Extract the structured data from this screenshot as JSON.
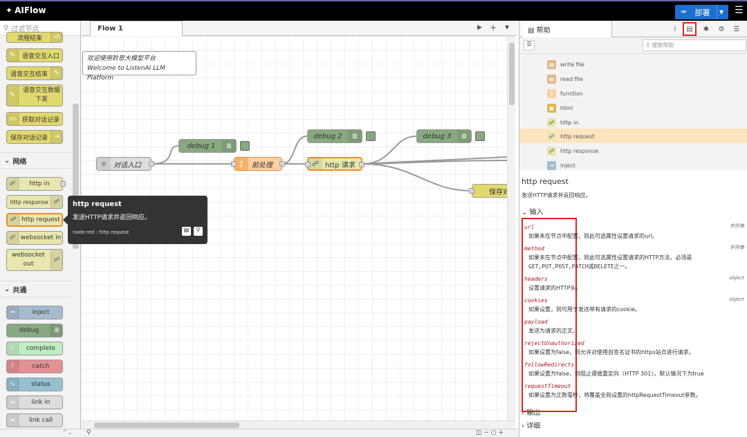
{
  "app": {
    "name": "AIFlow",
    "deploy_label": "部署"
  },
  "palette": {
    "filter_placeholder": "过滤节点",
    "top_nodes": [
      "流程结束",
      "语音交互入口",
      "语音交互结束",
      "语音交互数据下发",
      "获取对话记录",
      "保存对话记录"
    ],
    "categories": [
      {
        "label": "网络",
        "nodes": [
          "http in",
          "http response",
          "http request",
          "websocket in",
          "websocket out"
        ]
      },
      {
        "label": "共通",
        "nodes": [
          "inject",
          "debug",
          "complete",
          "catch",
          "status",
          "link in",
          "link call"
        ]
      }
    ]
  },
  "workspace": {
    "tab": "Flow 1",
    "comment": [
      "欢迎使用聆思大模型平台",
      "Welcome to ListenAI LLM Platform"
    ],
    "nodes": {
      "entry": "对话入口",
      "preprocess": "前处理",
      "http": "http 请求",
      "debug1": "debug 1",
      "debug2": "debug 2",
      "debug3": "debug 3",
      "save": "保存对"
    }
  },
  "tooltip": {
    "title": "http request",
    "desc": "发送HTTP请求并返回响应。",
    "footer": "node-red : http request"
  },
  "sidebar": {
    "title": "帮助",
    "search_placeholder": "搜索帮助",
    "node_list": [
      "write file",
      "read file",
      "function",
      "html",
      "http in",
      "http request",
      "http response",
      "inject"
    ],
    "help": {
      "title": "http request",
      "summary": "发送HTTP请求并返回响应。",
      "inputs_label": "输入",
      "outputs_label": "输出",
      "details_label": "详细",
      "props": [
        {
          "name": "url",
          "type": "字符串",
          "desc": "如果未在节点中配置，则此可选属性设置请求的url。"
        },
        {
          "name": "method",
          "type": "字符串",
          "desc": "如果未在节点中配置，则此可选属性设置请求的HTTP方法。必须是",
          "desc2": "GET,PUT,POST,PATCH或DELETE之一。"
        },
        {
          "name": "headers",
          "type": "object",
          "desc": "设置请求的HTTP头。"
        },
        {
          "name": "cookies",
          "type": "object",
          "desc": "如果设置，则可用于发送带有请求的cookie。"
        },
        {
          "name": "payload",
          "type": "",
          "desc": "发送为请求的正文。"
        },
        {
          "name": "rejectUnauthorized",
          "type": "",
          "desc": "如果设置为false，则允许对使用自签名证书的https站点进行请求。"
        },
        {
          "name": "followRedirects",
          "type": "",
          "desc": "如果设置为false，则阻止遵循重定向（HTTP 301）。默认情况下为true"
        },
        {
          "name": "requestTimeout",
          "type": "",
          "desc": "如果设置为正数毫秒，将覆盖全局设置的httpRequestTimeout参数。"
        }
      ]
    }
  }
}
